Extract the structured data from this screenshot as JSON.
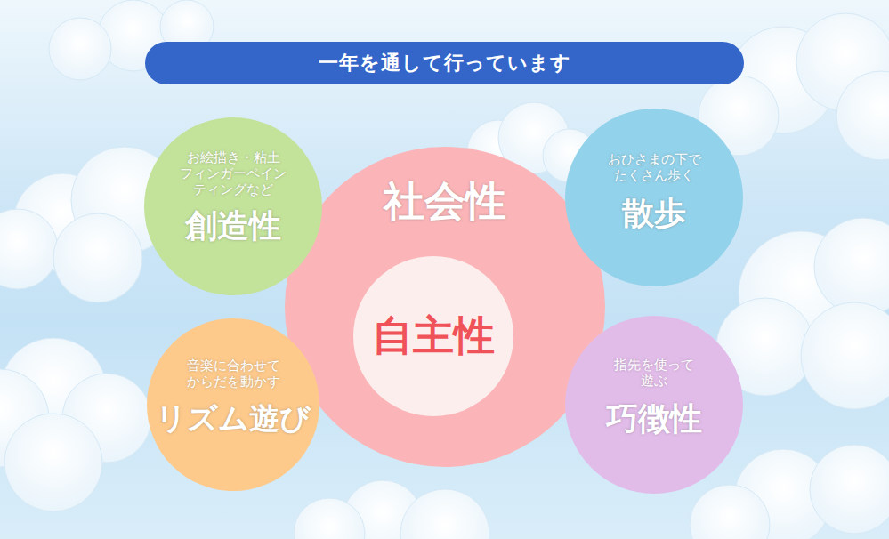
{
  "diagram": {
    "title": "一年を通して行っています",
    "nodes": [
      {
        "text": [
          "お絵描き・粘土 フィンガーペイン ティングなど",
          "創造性"
        ]
      },
      {
        "text": [
          "社会性"
        ]
      },
      {
        "text": [
          "自主性"
        ],
        "in": 1
      },
      {
        "text": [
          "おひさまの下で たくさん歩く",
          "散歩"
        ]
      },
      {
        "text": [
          "音楽に合わせて からだを動かす",
          "リズム遊び"
        ]
      },
      {
        "text": [
          "指先を使って 遊ぶ",
          "巧徴性"
        ]
      }
    ]
  }
}
